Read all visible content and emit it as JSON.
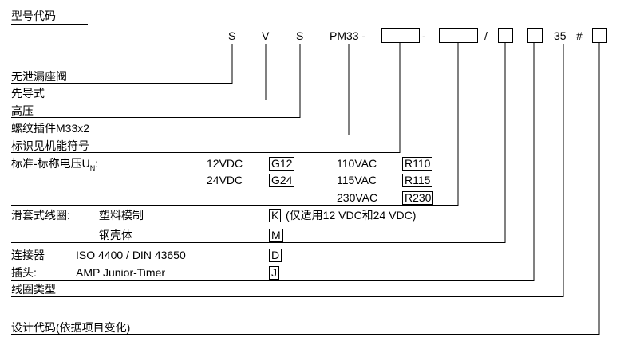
{
  "title": "型号代码",
  "code_row": {
    "s1": "S",
    "v": "V",
    "s2": "S",
    "pm": "PM33 -",
    "dash": "-",
    "slash": "/",
    "num35": "35",
    "hash": "#"
  },
  "labels": {
    "l1": "无泄漏座阀",
    "l2": "先导式",
    "l3": "高压",
    "l4": "螺纹插件M33x2",
    "l5": "标识见机能符号",
    "voltage_prefix": "标准-标称电压U",
    "voltage_sub": "N",
    "voltage_colon": ":"
  },
  "voltages": {
    "dc1": "12VDC",
    "dc1_code": "G12",
    "dc2": "24VDC",
    "dc2_code": "G24",
    "ac1": "110VAC",
    "ac1_code": "R110",
    "ac2": "115VAC",
    "ac2_code": "R115",
    "ac3": "230VAC",
    "ac3_code": "R230"
  },
  "coil": {
    "label": "滑套式线圈:",
    "molded": "塑料模制",
    "molded_code": "K",
    "molded_note": "(仅适用12 VDC和24 VDC)",
    "steel": "钢壳体",
    "steel_code": "M"
  },
  "connector": {
    "label1": "连接器",
    "label2": "插头:",
    "iso": "ISO 4400 / DIN 43650",
    "iso_code": "D",
    "amp": "AMP Junior-Timer",
    "amp_code": "J"
  },
  "coil_type": "线圈类型",
  "design_code": "设计代码(依据项目变化)"
}
